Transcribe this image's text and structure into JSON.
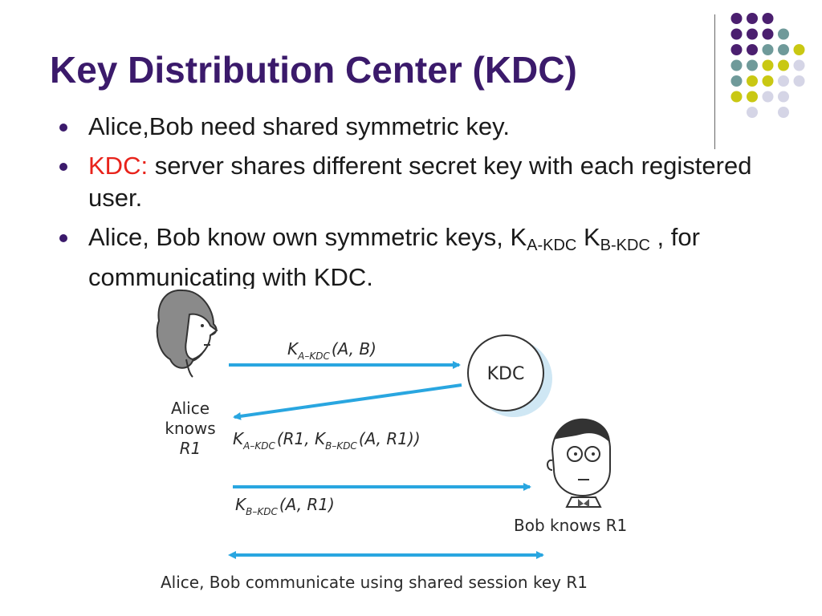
{
  "slide": {
    "title": "Key Distribution Center (KDC)",
    "bullets": [
      {
        "text": "Alice,Bob need shared symmetric key."
      },
      {
        "highlight": "KDC:",
        "text": " server shares different secret key with each registered user."
      },
      {
        "text_pre": "Alice, Bob know own symmetric keys, K",
        "sub1": "A-KDC",
        "mid": " K",
        "sub2": "B-KDC",
        "text_post": " , for communicating with KDC."
      }
    ]
  },
  "diagram": {
    "kdc_label": "KDC",
    "msg1": {
      "k": "K",
      "ksub": "A–KDC",
      "rest": "(A, B)"
    },
    "msg2": {
      "k": "K",
      "ksub": "A–KDC",
      "mid": "(R1, K",
      "ksub2": "B–KDC",
      "rest": "(A, R1))"
    },
    "msg3": {
      "k": "K",
      "ksub": "B–KDC",
      "rest": "(A, R1)"
    },
    "alice_knows": [
      "Alice",
      "knows",
      "R1"
    ],
    "bob_knows": "Bob knows R1",
    "caption": "Alice, Bob communicate using shared session key R1"
  },
  "colors": {
    "title": "#3b1a6b",
    "highlight": "#e8231b",
    "arrow": "#29a6e0",
    "dot_purple": "#4b1f6f",
    "dot_teal": "#6f9a9a",
    "dot_yellow": "#c9c813",
    "dot_lavender": "#d5d5e6"
  }
}
